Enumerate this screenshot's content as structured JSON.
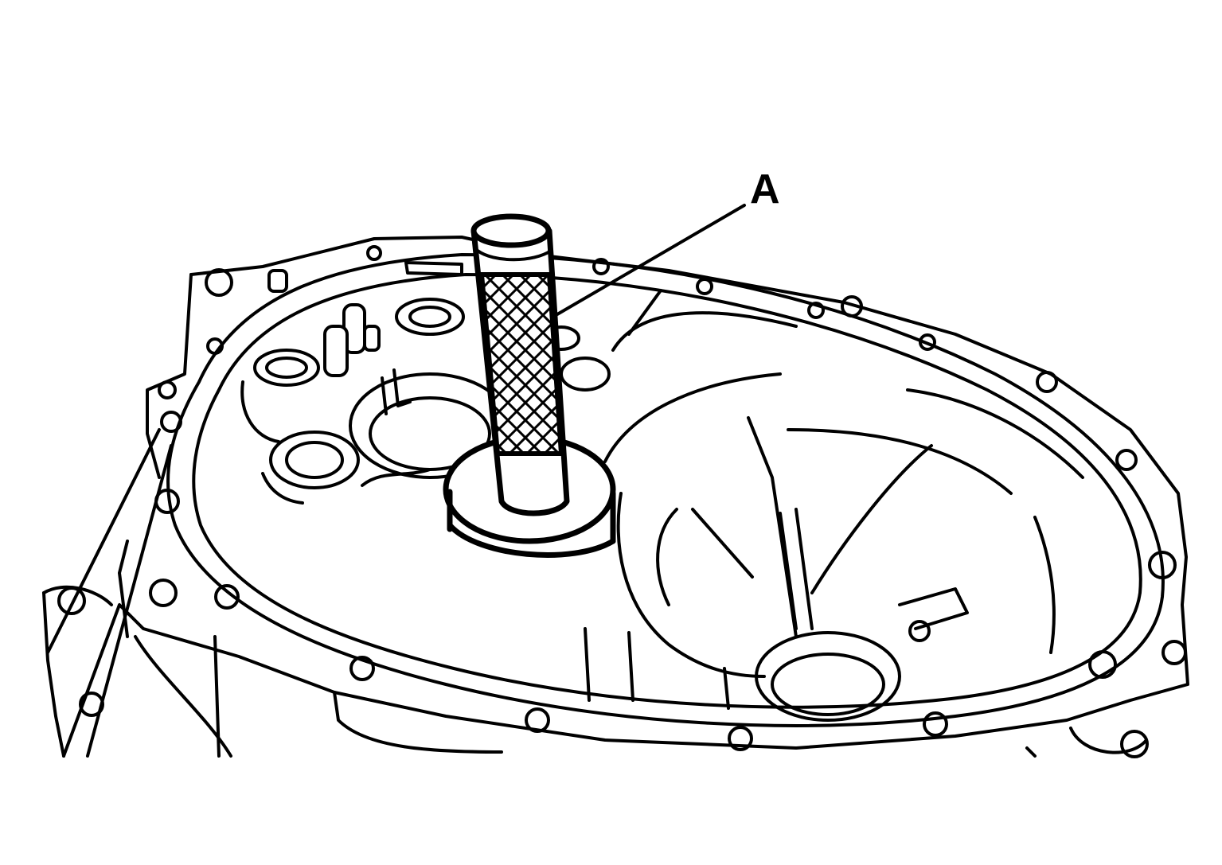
{
  "diagram": {
    "callouts": [
      {
        "id": "A",
        "label": "A",
        "target": "seal-installer-tool"
      }
    ]
  },
  "colors": {
    "line": "#000000",
    "background": "#ffffff"
  }
}
